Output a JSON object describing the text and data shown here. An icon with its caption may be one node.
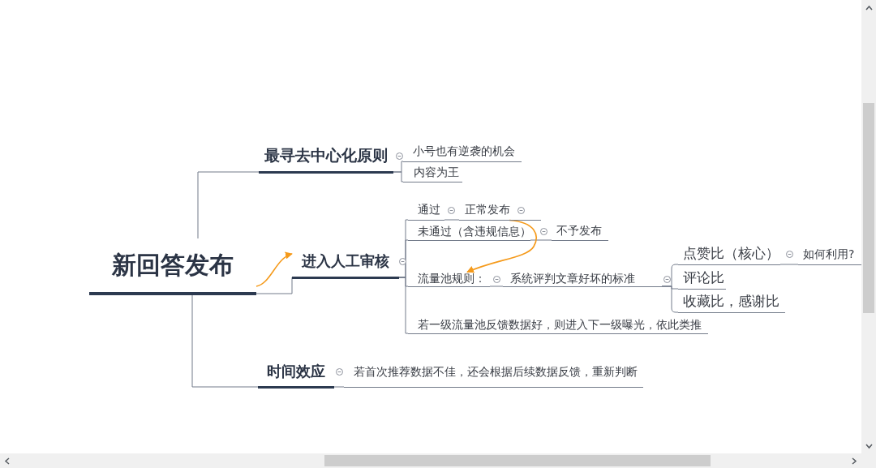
{
  "diagram": {
    "nodes": [
      {
        "text": [
          "新回答发布"
        ]
      },
      {
        "text": [
          "最寻去中心化原则"
        ]
      },
      {
        "text": [
          "小号也有逆袭的机会"
        ]
      },
      {
        "text": [
          "内容为王"
        ]
      },
      {
        "text": [
          "进入人工审核"
        ]
      },
      {
        "text": [
          "通过"
        ]
      },
      {
        "text": [
          "正常发布"
        ]
      },
      {
        "text": [
          "未通过（含违规信息）"
        ]
      },
      {
        "text": [
          "不予发布"
        ]
      },
      {
        "text": [
          "流量池规则："
        ]
      },
      {
        "text": [
          "系统评判文章好坏的标准"
        ]
      },
      {
        "text": [
          "点赞比（核心）"
        ]
      },
      {
        "text": [
          "如何利用?"
        ]
      },
      {
        "text": [
          "评论比"
        ]
      },
      {
        "text": [
          "收藏比，感谢比"
        ]
      },
      {
        "text": [
          "若一级流量池反馈数据好，则进入下一级曝光，依此类推"
        ]
      },
      {
        "text": [
          "时间效应"
        ]
      },
      {
        "text": [
          "若首次推荐数据不佳，还会根据后续数据反馈，重新判断"
        ]
      }
    ],
    "edges": [
      {
        "from": 0,
        "to": 1,
        "arrow": "none"
      },
      {
        "from": 1,
        "to": 2,
        "arrow": "none"
      },
      {
        "from": 1,
        "to": 3,
        "arrow": "none"
      },
      {
        "from": 0,
        "to": 4,
        "arrow": "none"
      },
      {
        "from": 4,
        "to": 5,
        "arrow": "none"
      },
      {
        "from": 5,
        "to": 6,
        "arrow": "none"
      },
      {
        "from": 4,
        "to": 7,
        "arrow": "none"
      },
      {
        "from": 7,
        "to": 8,
        "arrow": "none"
      },
      {
        "from": 4,
        "to": 9,
        "arrow": "none"
      },
      {
        "from": 9,
        "to": 10,
        "arrow": "none"
      },
      {
        "from": 10,
        "to": 11,
        "arrow": "none"
      },
      {
        "from": 11,
        "to": 12,
        "arrow": "none"
      },
      {
        "from": 10,
        "to": 13,
        "arrow": "none"
      },
      {
        "from": 10,
        "to": 14,
        "arrow": "none"
      },
      {
        "from": 4,
        "to": 15,
        "arrow": "none"
      },
      {
        "from": 0,
        "to": 16,
        "arrow": "none"
      },
      {
        "from": 16,
        "to": 17,
        "arrow": "none"
      },
      {
        "from": 0,
        "to": 4,
        "arrow": "to",
        "color": "#f59a1b"
      },
      {
        "from": 6,
        "to": 9,
        "arrow": "to",
        "color": "#f59a1b"
      }
    ]
  }
}
